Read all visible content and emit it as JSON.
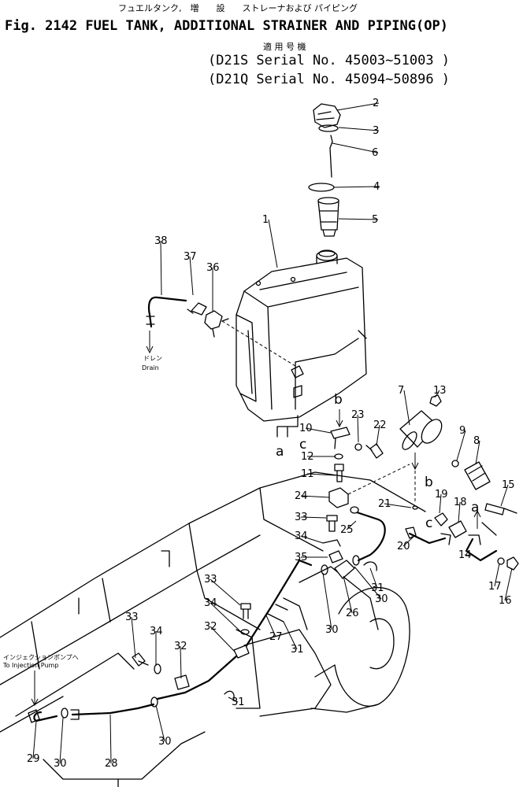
{
  "figure": {
    "title_jp": "フュエルタンク,　増　　設　　ストレーナおよび パイピング",
    "title": "Fig. 2142  FUEL TANK, ADDITIONAL STRAINER AND PIPING(OP)",
    "applicability_jp": "適 用 号 機",
    "serial_line_1": "(D21S  Serial No. 45003~51003 )",
    "serial_line_2": "(D21Q  Serial No. 45094~50896 )"
  },
  "annotations": {
    "drain_jp": "ドレン",
    "drain": "Drain",
    "injection_jp": "インジェクションポンプへ",
    "injection": "To Injection Pump"
  },
  "callouts": [
    {
      "label": "1"
    },
    {
      "label": "2"
    },
    {
      "label": "3"
    },
    {
      "label": "6"
    },
    {
      "label": "4"
    },
    {
      "label": "5"
    },
    {
      "label": "38"
    },
    {
      "label": "37"
    },
    {
      "label": "36"
    },
    {
      "label": "7"
    },
    {
      "label": "13"
    },
    {
      "label": "9"
    },
    {
      "label": "8"
    },
    {
      "label": "23"
    },
    {
      "label": "22"
    },
    {
      "label": "10"
    },
    {
      "label": "12"
    },
    {
      "label": "11"
    },
    {
      "label": "24"
    },
    {
      "label": "21"
    },
    {
      "label": "19"
    },
    {
      "label": "18"
    },
    {
      "label": "15"
    },
    {
      "label": "33"
    },
    {
      "label": "34"
    },
    {
      "label": "25"
    },
    {
      "label": "35"
    },
    {
      "label": "20"
    },
    {
      "label": "14"
    },
    {
      "label": "17"
    },
    {
      "label": "16"
    },
    {
      "label": "31"
    },
    {
      "label": "30"
    },
    {
      "label": "26"
    },
    {
      "label": "30"
    },
    {
      "label": "33"
    },
    {
      "label": "34"
    },
    {
      "label": "32"
    },
    {
      "label": "27"
    },
    {
      "label": "31"
    },
    {
      "label": "33"
    },
    {
      "label": "34"
    },
    {
      "label": "32"
    },
    {
      "label": "31"
    },
    {
      "label": "29"
    },
    {
      "label": "30"
    },
    {
      "label": "28"
    },
    {
      "label": "30"
    }
  ],
  "connection_letters": [
    {
      "label": "b"
    },
    {
      "label": "c"
    },
    {
      "label": "a"
    },
    {
      "label": "b"
    },
    {
      "label": "c"
    },
    {
      "label": "a"
    }
  ]
}
